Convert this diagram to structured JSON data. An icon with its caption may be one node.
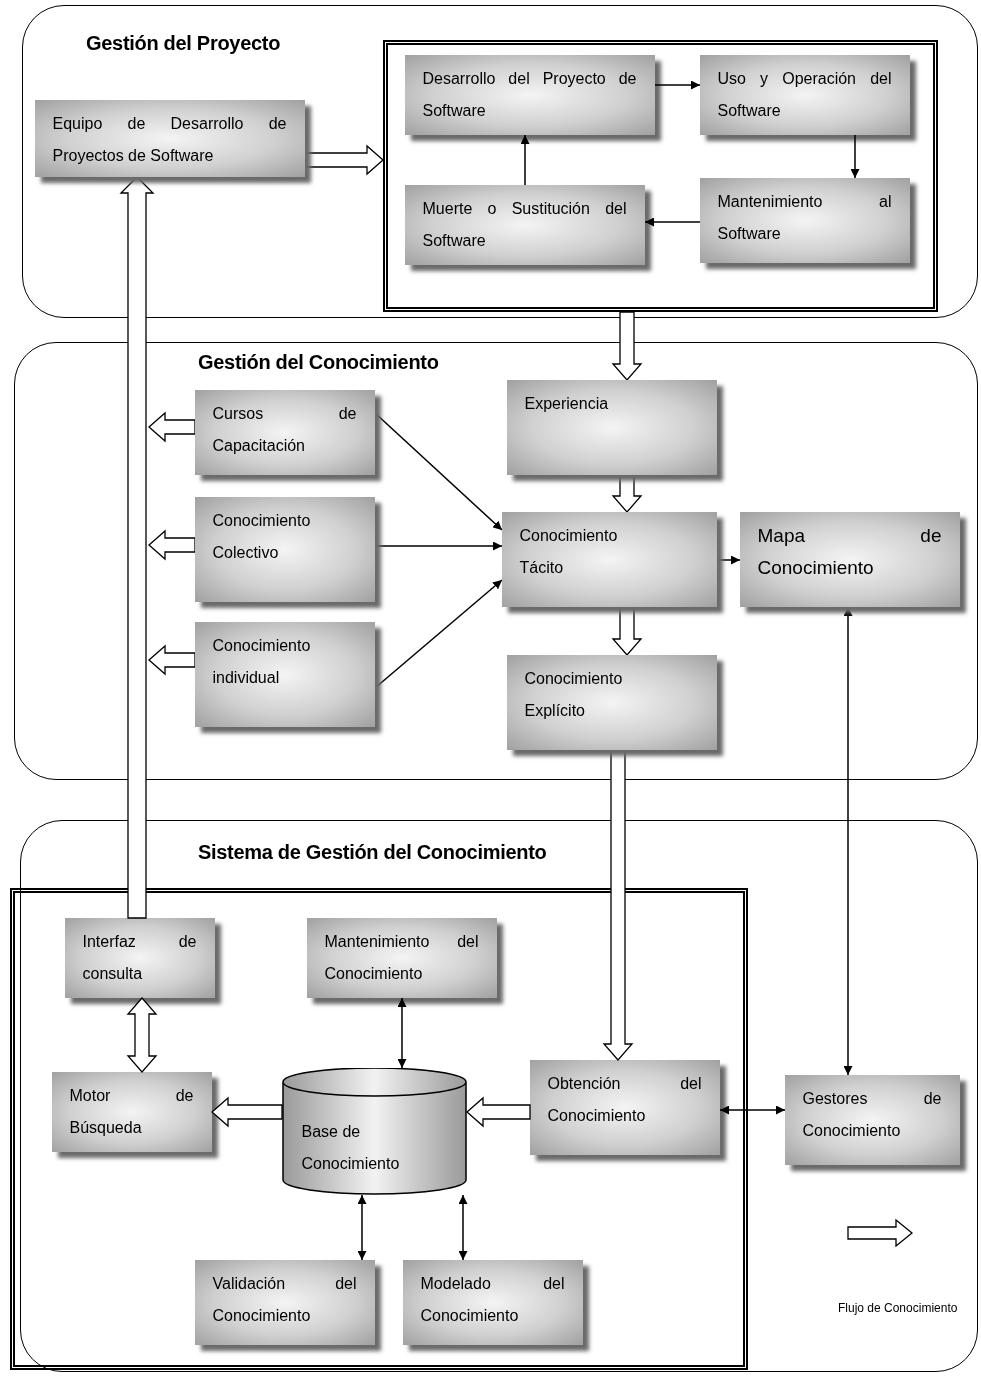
{
  "diagram": {
    "nodes": [
      {
        "text": [
          "Gestión del Proyecto"
        ]
      },
      {
        "text": [
          "Equipo de Desarrollo de Proyectos de Software"
        ],
        "in": 0
      },
      {
        "text": [],
        "shape": "box",
        "in": 0
      },
      {
        "text": [
          "Desarrollo del Proyecto de Software"
        ],
        "in": 2
      },
      {
        "text": [
          "Uso y Operación del Software"
        ],
        "in": 2
      },
      {
        "text": [
          "Muerte o Sustitución del Software"
        ],
        "in": 2
      },
      {
        "text": [
          "Mantenimiento al Software"
        ],
        "in": 2
      },
      {
        "text": [
          "Gestión del Conocimiento"
        ]
      },
      {
        "text": [
          "Cursos de Capacitación"
        ],
        "in": 7
      },
      {
        "text": [
          "Experiencia"
        ],
        "in": 7
      },
      {
        "text": [
          "Conocimiento Colectivo"
        ],
        "in": 7
      },
      {
        "text": [
          "Conocimiento Tácito"
        ],
        "in": 7
      },
      {
        "text": [
          "Mapa de Conocimiento"
        ],
        "in": 7
      },
      {
        "text": [
          "Conocimiento individual"
        ],
        "in": 7
      },
      {
        "text": [
          "Conocimiento Explícito"
        ],
        "in": 7
      },
      {
        "text": [
          "Sistema de Gestión del Conocimiento"
        ]
      },
      {
        "text": [],
        "shape": "box",
        "in": 15
      },
      {
        "text": [
          "Interfaz de consulta"
        ],
        "in": 16
      },
      {
        "text": [
          "Mantenimiento del Conocimiento"
        ],
        "in": 16
      },
      {
        "text": [
          "Motor de Búsqueda"
        ],
        "in": 16
      },
      {
        "text": [
          "Base de Conocimiento"
        ],
        "in": 16
      },
      {
        "text": [
          "Obtención del Conocimiento"
        ],
        "in": 16
      },
      {
        "text": [
          "Gestores de Conocimiento"
        ],
        "in": 15
      },
      {
        "text": [
          "Validación del Conocimiento"
        ],
        "in": 16
      },
      {
        "text": [
          "Modelado del Conocimiento"
        ],
        "in": 16
      }
    ],
    "edges": [
      {
        "from": 1,
        "to": 2,
        "arrow": "to",
        "style": "thick"
      },
      {
        "from": 17,
        "to": 1,
        "arrow": "to",
        "style": "thick"
      },
      {
        "from": 8,
        "to": null,
        "arrow": "to",
        "style": "thick"
      },
      {
        "from": 10,
        "to": null,
        "arrow": "to",
        "style": "thick"
      },
      {
        "from": 13,
        "to": null,
        "arrow": "to",
        "style": "thick"
      },
      {
        "from": 3,
        "to": 4,
        "arrow": "to"
      },
      {
        "from": 4,
        "to": 6,
        "arrow": "to"
      },
      {
        "from": 6,
        "to": 5,
        "arrow": "to"
      },
      {
        "from": 5,
        "to": 3,
        "arrow": "to"
      },
      {
        "from": 2,
        "to": 9,
        "arrow": "to",
        "style": "thick"
      },
      {
        "from": 9,
        "to": 11,
        "arrow": "to",
        "style": "thick"
      },
      {
        "from": 8,
        "to": 11,
        "arrow": "to"
      },
      {
        "from": 10,
        "to": 11,
        "arrow": "to"
      },
      {
        "from": 13,
        "to": 11,
        "arrow": "to"
      },
      {
        "from": 11,
        "to": 12,
        "arrow": "to"
      },
      {
        "from": 11,
        "to": 14,
        "arrow": "to",
        "style": "thick"
      },
      {
        "from": 14,
        "to": 21,
        "arrow": "to",
        "style": "thick"
      },
      {
        "from": 12,
        "to": 22,
        "arrow": "both"
      },
      {
        "from": 17,
        "to": 19,
        "arrow": "both",
        "style": "thick"
      },
      {
        "from": 18,
        "to": 20,
        "arrow": "both"
      },
      {
        "from": 21,
        "to": 20,
        "arrow": "to",
        "style": "thick"
      },
      {
        "from": 20,
        "to": 19,
        "arrow": "to",
        "style": "thick"
      },
      {
        "from": 21,
        "to": 22,
        "arrow": "both"
      },
      {
        "from": 20,
        "to": 23,
        "arrow": "both"
      },
      {
        "from": 20,
        "to": 24,
        "arrow": "both"
      }
    ],
    "legend": [
      {
        "text": "Flujo de Conocimiento"
      }
    ]
  }
}
